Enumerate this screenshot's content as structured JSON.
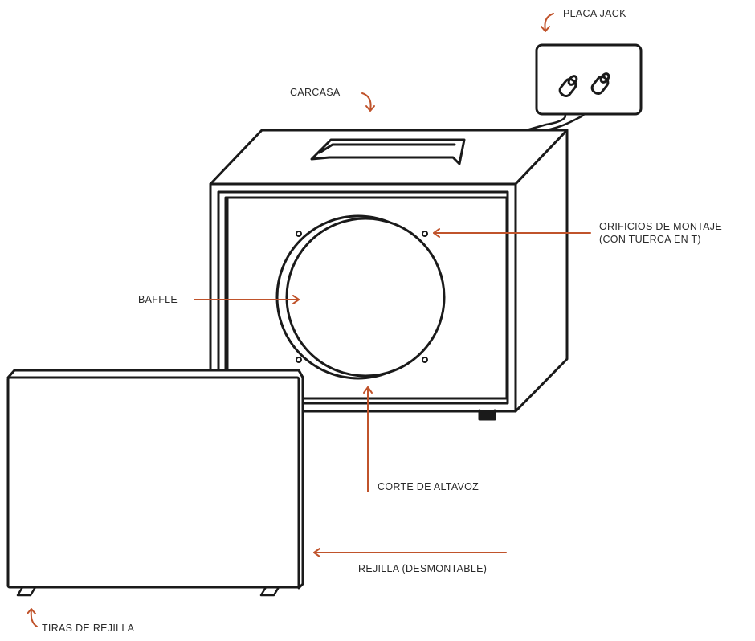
{
  "accent_color": "#c0532b",
  "line_color": "#1a1a1a",
  "labels": {
    "jack_plate": "PLACA JACK",
    "housing": "CARCASA",
    "mount_holes_1": "ORIFICIOS DE MONTAJE",
    "mount_holes_2": "(CON TUERCA EN T)",
    "baffle": "BAFFLE",
    "speaker_cutout": "CORTE DE ALTAVOZ",
    "grill": "REJILLA (DESMONTABLE)",
    "grill_strips": "TIRAS DE REJILLA"
  }
}
